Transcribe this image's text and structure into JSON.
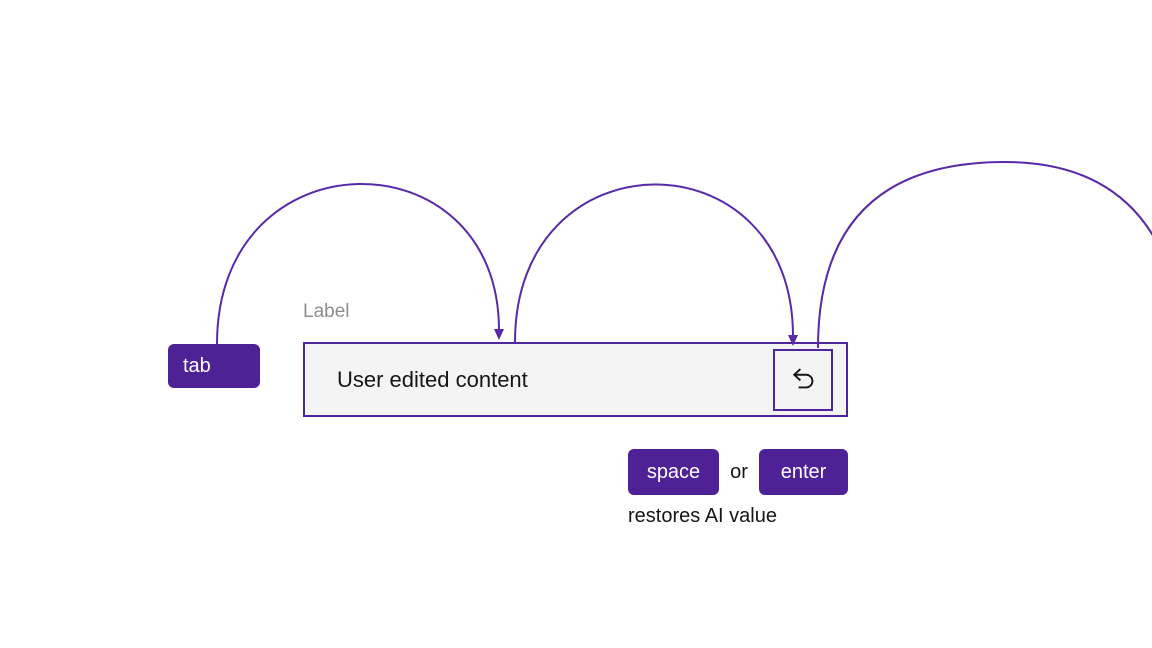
{
  "colors": {
    "background": "#ffffff",
    "key_fill": "#4f2196",
    "key_text": "#ffffff",
    "line": "#5829a8",
    "field_bg": "#f4f4f4",
    "field_border": "#4f2699",
    "label_text": "#8d8d8f",
    "text": "#161616"
  },
  "keys": {
    "tab": "tab",
    "space": "space",
    "enter": "enter"
  },
  "field": {
    "label": "Label",
    "value": "User edited content"
  },
  "annotation": {
    "conjunction": "or",
    "caption": "restores AI value"
  },
  "icons": {
    "undo": "undo-arrow"
  }
}
